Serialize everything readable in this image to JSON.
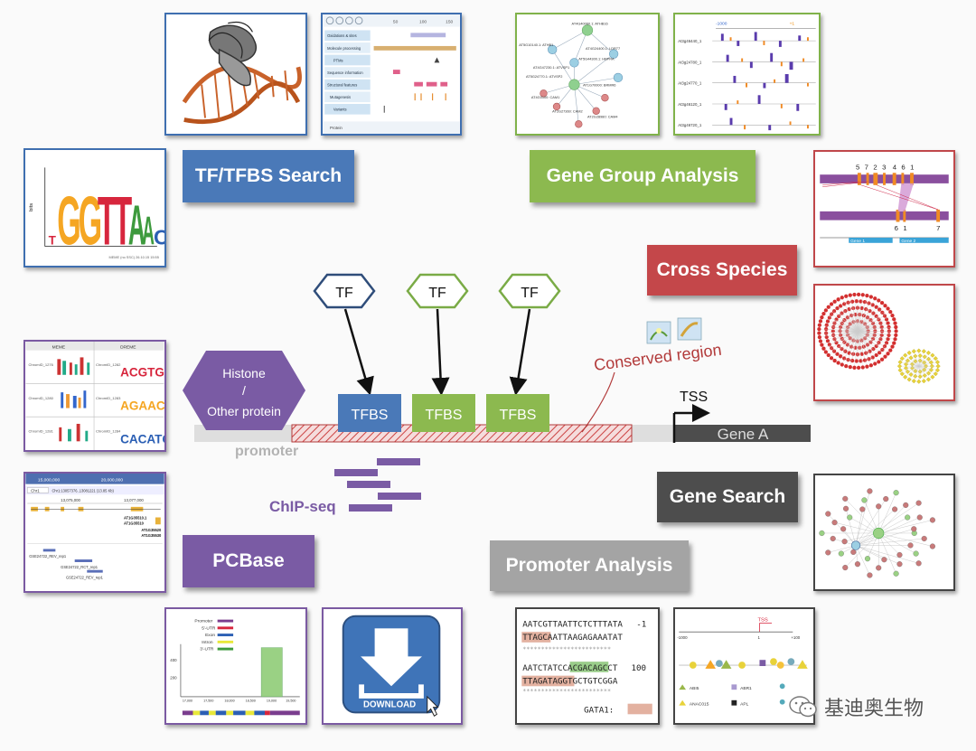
{
  "modules": {
    "tf_search": "TF/TFBS Search",
    "gene_group": "Gene Group Analysis",
    "cross_species": "Cross Species",
    "gene_search": "Gene Search",
    "pcbase": "PCBase",
    "promoter_analysis": "Promoter Analysis"
  },
  "diagram": {
    "tf": "TF",
    "tfbs": "TFBS",
    "histone_line1": "Histone",
    "histone_line2": "/",
    "histone_line3": "Other protein",
    "promoter": "promoter",
    "chipseq": "ChIP-seq",
    "conserved": "Conserved region",
    "tss": "TSS",
    "gene": "Gene A"
  },
  "colors": {
    "blue": "#4a79b8",
    "green": "#8cb94f",
    "red": "#c4474a",
    "purple": "#7a5ba4",
    "dark": "#4d4d4d",
    "light_gray": "#a4a4a4",
    "tf_outline_blue": "#2f4d7a",
    "tf_outline_green": "#7aab46",
    "conserved_red": "#b23a3a",
    "chipseq_purple": "#7a5ba4"
  },
  "thumbs": {
    "viewer": {
      "axis": [
        "50",
        "100",
        "150"
      ],
      "rows": [
        "Oxidations & sites",
        "Molecule processing",
        "PTMs",
        "Sequence information",
        "Structural features",
        "Mutagenesis",
        "Variants"
      ],
      "footer": "Protein"
    },
    "network": {
      "nodes": [
        "AT4G40060.1: ATHB16",
        "AT5G10140.1: ATHB1",
        "AT4G24400.1: LDR77",
        "AT1G70000: BRMR6",
        "AT4G47230.1: ATVSP1",
        "AT5G24770.1: ATVSP2",
        "AT4G0100: CAM1",
        "AT2G27360: CAM2",
        "AT2G28980: CAM4",
        "AT5G44300.1: HBPRA"
      ]
    },
    "tracks": {
      "rows": [
        "At3g46440_1",
        "At3g24780_1",
        "At3g24770_1",
        "At3g46120_1",
        "At3g46720_1"
      ]
    },
    "synteny": {
      "numbers_top": [
        "5",
        "7",
        "2",
        "3",
        "4",
        "6",
        "1"
      ],
      "numbers_bottom": [
        "6",
        "1",
        "7"
      ],
      "bar1": "Gene 1",
      "bar2": "Gene 2"
    },
    "logo": {
      "ylabel": "bits",
      "letters": [
        "T",
        "G",
        "G",
        "T",
        "T",
        "A",
        "A",
        "C"
      ]
    },
    "meme": {
      "col1": "MEME",
      "col2": "DREME",
      "rows": [
        "ChromID_1276",
        "ChromID_1280",
        "ChromID_1281"
      ],
      "dreme_rows": [
        "ChromID_1282",
        "ChromID_1283",
        "ChromID_1284"
      ],
      "motif1": "ACGTGTC",
      "motif2": "AGAACG",
      "motif3": "CACATG"
    },
    "browser": {
      "coord1": "15,000,000",
      "coord2": "20,000,000",
      "chrom": "Chr1",
      "range": "Chr1:13057376..13081221 (13.85 Kb)",
      "pos1": "13,075,000",
      "pos2": "13,077,000",
      "gene1": "AT1G35510",
      "gene1b": "AT1G35510.1",
      "gene2": "AT1G35520",
      "gene3": "AT1G35530",
      "track1": "GSE24722_REV_rep1",
      "track2": "GSE24722_RCT_rep1",
      "track3": "GSE24722_REV_rep1"
    },
    "histogram": {
      "legend": [
        "Promoter",
        "5'-UTR",
        "Exon",
        "Intron",
        "3'-UTR"
      ],
      "y_ticks": [
        "400",
        "200"
      ],
      "x_ticks": [
        "17,000",
        "17,500",
        "18,000",
        "18,500",
        "19,000",
        "19,500"
      ]
    },
    "download": {
      "label": "DOWNLOAD"
    },
    "sequence": {
      "line1": "AATCGTTAATTCTCTTTATA",
      "pos1": "-1",
      "line2": "TTAGCAATTAAGAGAAATAT",
      "line3": "AATCTATCCACGACAGCCT",
      "pos2": "100",
      "line4": "TTAGATAGGTGCTGTCGGA",
      "legend": "GATA1:"
    },
    "motifmap": {
      "tss": "TSS",
      "m1": "-1000",
      "p1": "1",
      "p100": "+100",
      "legend": [
        "ABI5",
        "ABR1",
        "ANAC015",
        "APL"
      ]
    }
  },
  "watermark": "基迪奥生物"
}
